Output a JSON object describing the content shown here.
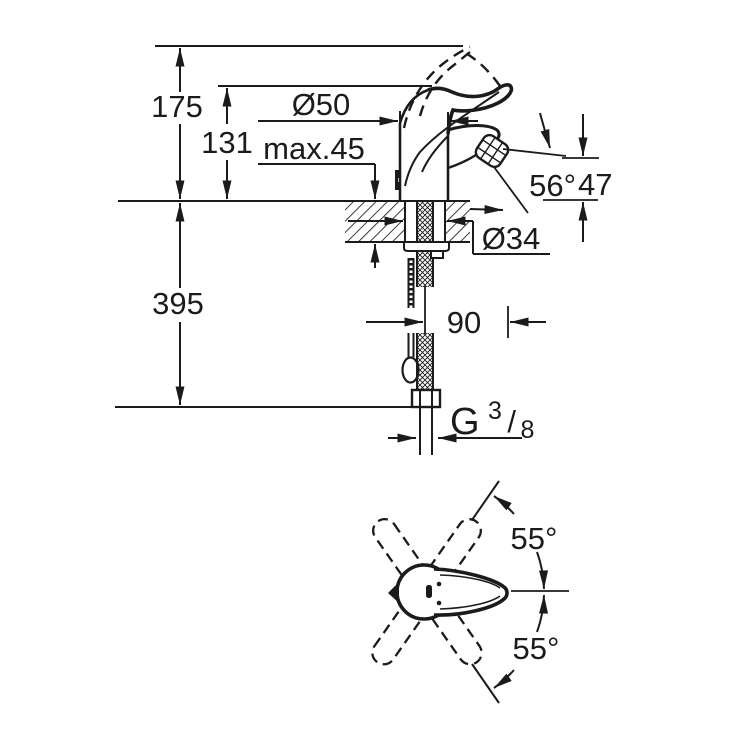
{
  "page": {
    "background_color": "#ffffff",
    "line_color": "#1b1b1b",
    "description": "Technical dimension drawing of a single-lever basin/bidet mixer tap, side view with mounting section and top view of handle swivel range"
  },
  "drawing": {
    "labels": {
      "total_height": "175",
      "spout_height": "131",
      "body_diameter": "Ø50",
      "max_mounting_thickness": "max.45",
      "aerator_angle": "56°",
      "outlet_height": "47",
      "hole_diameter": "Ø34",
      "supply_length": "395",
      "projection": "90",
      "thread": {
        "prefix": "G",
        "numerator": "3",
        "separator": "/",
        "denominator": "8"
      },
      "handle_swivel_upper": "55°",
      "handle_swivel_lower": "55°"
    }
  }
}
